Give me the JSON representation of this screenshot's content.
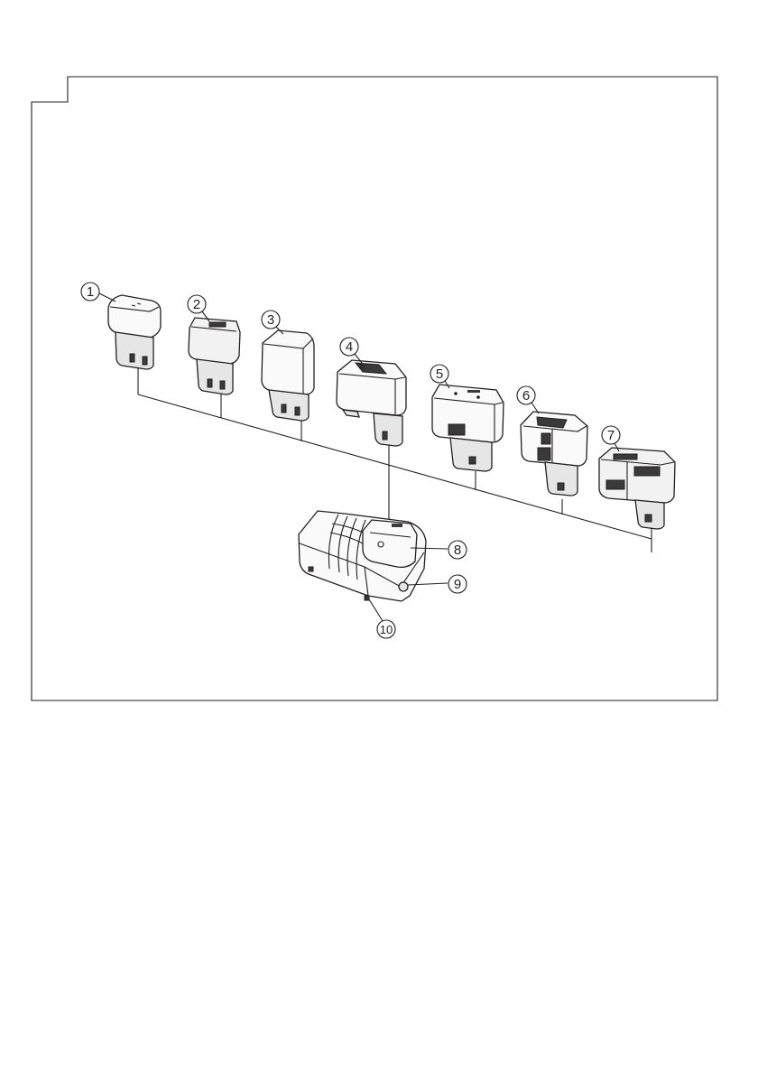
{
  "figure": {
    "callouts": [
      {
        "id": "1",
        "label": "1"
      },
      {
        "id": "2",
        "label": "2"
      },
      {
        "id": "3",
        "label": "3"
      },
      {
        "id": "4",
        "label": "4"
      },
      {
        "id": "5",
        "label": "5"
      },
      {
        "id": "6",
        "label": "6"
      },
      {
        "id": "7",
        "label": "7"
      },
      {
        "id": "8",
        "label": "8"
      },
      {
        "id": "9",
        "label": "9"
      },
      {
        "id": "10",
        "label": "10"
      }
    ]
  },
  "colors": {
    "ink": "#231f20",
    "paper": "#ffffff"
  }
}
